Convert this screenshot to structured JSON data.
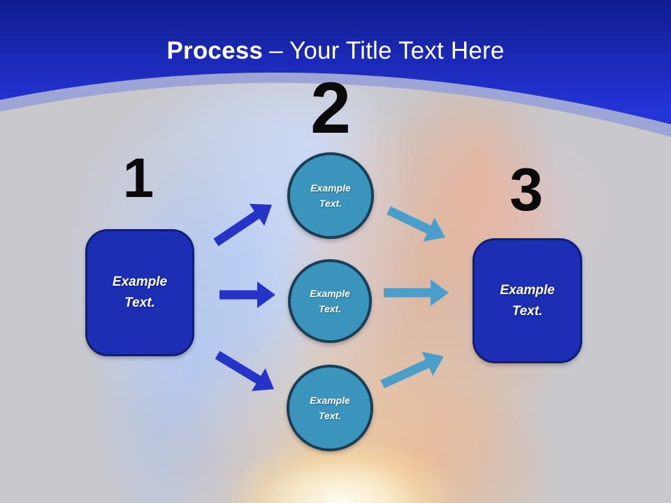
{
  "title": {
    "emphasis": "Process",
    "rest": "– Your Title Text Here"
  },
  "numbers": {
    "one": "1",
    "two": "2",
    "three": "3"
  },
  "shapes": {
    "left_box": {
      "line1": "Example",
      "line2": "Text."
    },
    "circle_top": {
      "line1": "Example",
      "line2": "Text."
    },
    "circle_middle": {
      "line1": "Example",
      "line2": "Text."
    },
    "circle_bottom": {
      "line1": "Example",
      "line2": "Text."
    },
    "right_box": {
      "line1": "Example",
      "line2": "Text."
    }
  },
  "colors": {
    "header_gradient_top": "#101C8E",
    "header_gradient_bottom": "#2435D8",
    "header_band": "#9DA5D6",
    "background_gray": "#C8C8CD",
    "title_text": "#FFFFFF",
    "number_text": "#0A0A0A",
    "box_fill": "#1C2EB4",
    "box_border": "#111D72",
    "box_text": "#FFFFFF",
    "circle_fill": "#3B94BC",
    "circle_border": "#1A3E55",
    "circle_text": "#FFFFFF",
    "arrow_dark": "#2534C6",
    "arrow_light": "#4C9ECA"
  }
}
